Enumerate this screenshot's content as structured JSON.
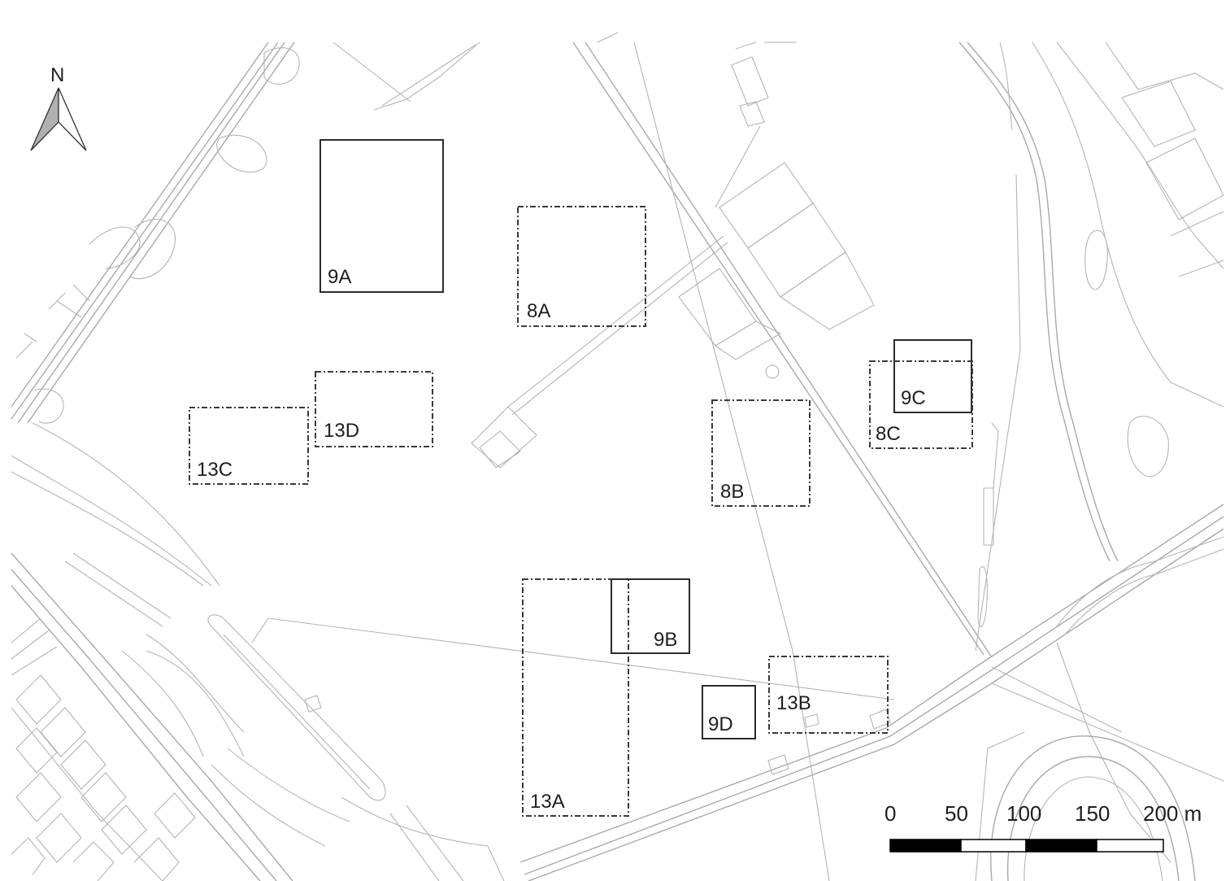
{
  "north_arrow": {
    "label": "N"
  },
  "plots": [
    {
      "id": "9A",
      "style": "solid"
    },
    {
      "id": "8A",
      "style": "dashed"
    },
    {
      "id": "13D",
      "style": "dashed"
    },
    {
      "id": "13C",
      "style": "dashed"
    },
    {
      "id": "8B",
      "style": "dashed"
    },
    {
      "id": "9C",
      "style": "solid"
    },
    {
      "id": "8C",
      "style": "dashed"
    },
    {
      "id": "13A",
      "style": "dashed"
    },
    {
      "id": "9B",
      "style": "solid"
    },
    {
      "id": "13B",
      "style": "dashed"
    },
    {
      "id": "9D",
      "style": "solid"
    }
  ],
  "scale_bar": {
    "ticks": [
      "0",
      "50",
      "100",
      "150",
      "200 m"
    ]
  },
  "colors": {
    "basemap_line": "#a9a9a9",
    "plot_outline": "#2b2b2b",
    "label_text": "#1e1e1e",
    "background": "#ffffff"
  }
}
